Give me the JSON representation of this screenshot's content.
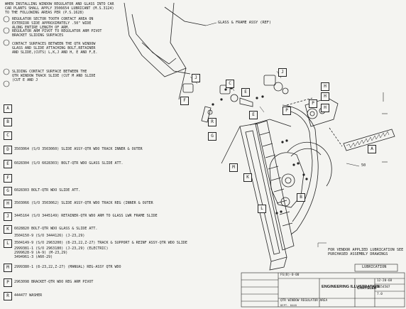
{
  "notes": {
    "header": [
      "WHEN INSTALLING WINDOW REGULATOR AND GLASS INTO CAR",
      "CAR PLANTS SHALL APPLY 3506654 LUBRICANT (M.S.3124)",
      "TO THE FOLLOWING AREAS PER (P.S.1628)"
    ],
    "n1": [
      "REGULATOR SECTOR TOOTH CONTACT AREA ON",
      "EXTERIOR SIDE APPROXIMATELY .50\" WIDE",
      "ALONG ENTIRE LENGTH OF ARM."
    ],
    "n2": [
      "REGULATOR ARM PIVOT TO REGULATOR ARM PIVOT",
      "BRACKET SLIDING SURFACES"
    ],
    "n3": [
      "CONTACT SURFACES BETWEEN THE QTR WINDOW",
      "GLASS AND SLIDE ATTACHING BOLT,RETAINER",
      "AND SLIDE,(CUTS) L,K,J AND H, E AND F,E."
    ],
    "n4": [
      "SLIDING CONTACT SURFACE BETWEEN THE",
      "QTR WINDOW TRACK SLIDE (CUT M AND SLIDE",
      "(CUT E AND J"
    ]
  },
  "callouts": {
    "glass_frame": "GLASS & FRAME ASSY (REF)",
    "vendor": [
      "FOR VENDOR APPLIED LUBRICATION SEE",
      "PURCHASED ASSEMBLY DRAWINGS"
    ],
    "lubrication": "LUBRICATION",
    "num_50": "50"
  },
  "parts": [
    {
      "id": "A",
      "text": ""
    },
    {
      "id": "B",
      "text": ""
    },
    {
      "id": "C",
      "text": ""
    },
    {
      "id": "D",
      "text": "3503064 (S/O 3503060) SLIDE ASSY-QTR WDO TRACK INNER & OUTER"
    },
    {
      "id": "E",
      "text": "6028304 (S/O 6028303) BOLT-QTR WDO GLASS SLIDE ATT."
    },
    {
      "id": "F",
      "text": ""
    },
    {
      "id": "G",
      "text": "6028303 BOLT-QTR WDO SLIDE ATT."
    },
    {
      "id": "H",
      "text": "3503066 (S/O 3503062) SLIDE ASSY-QTR WDO TRACK REG (INNER & OUTER"
    },
    {
      "id": "J",
      "text": "3445164 (S/O 3445149) RETAINER-QTR WDO ARM TO GLASS LWR FRAME SLIDE"
    },
    {
      "id": "K",
      "text": "6028820 BOLT-QTR WDO GLASS & SLIDE ATT."
    },
    {
      "id": "L",
      "text": "3504149-9 (S/O 2963200) (8-23,22,Z-27)   TRACK & SUPPORT & REINF ASSY-QTR WDO SLIDE"
    },
    {
      "id": "M",
      "text": "2999380-1 (8-23,22,Z-27)   (MANUAL)   REG-ASSY QTR WDO"
    },
    {
      "id": "P",
      "text": "2963098 BRACKET-QTR WDO REG ARM PIVOT"
    },
    {
      "id": "R",
      "text": "444477 WASHER"
    }
  ],
  "part_sublines": {
    "L2": "3504150-9 (S/O 3444126) (J-23,29)",
    "M2": "2999381-1 (S/O 2963180) (J-23,29)   (ELECTRIC)",
    "M3": "2999628-9 (A-9)   (M-23,29)",
    "M4": "3494961-3 (A60-29)"
  },
  "diagram_labels": [
    "J",
    "J",
    "E",
    "H",
    "F",
    "H",
    "C",
    "E",
    "H",
    "M",
    "A",
    "G",
    "B",
    "L",
    "P",
    "K",
    "R",
    "P"
  ],
  "title_block": {
    "drawing_no": "FG(B)-0-00",
    "title": "QTR WINDOW REGULATOR AREA",
    "dept": "DEPT. 8448",
    "company": "ENGINEERING ILLUSTRATION",
    "brand": "CHRYSLER",
    "date": "12-20-68",
    "number": "2654507",
    "sheet": "7.0"
  }
}
